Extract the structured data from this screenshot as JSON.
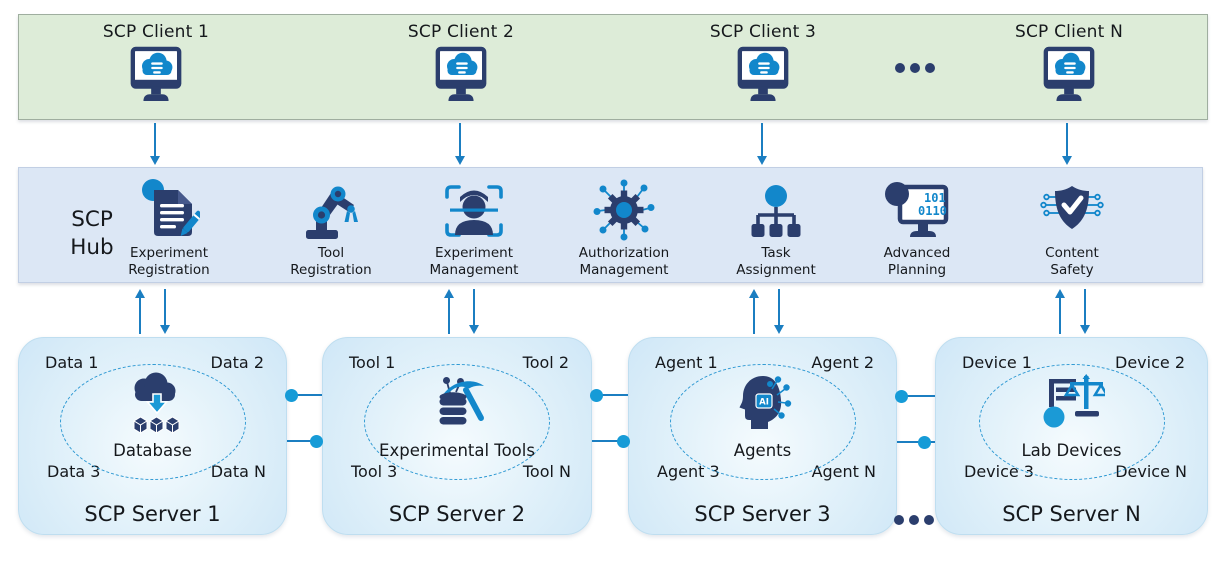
{
  "diagram": {
    "type": "architecture-diagram",
    "colors": {
      "icon_navy": "#2b3e6d",
      "icon_bright_blue": "#1287cb",
      "arrow_blue": "#1b7ec1",
      "connector_dot_blue": "#169bd7",
      "clients_band_bg": "#ddecd8",
      "hub_band_bg": "#dce7f5",
      "server_box_bg": "#d9ecf9",
      "dashed_ellipse": "#2f99d3"
    }
  },
  "clients": {
    "ellipsis_icon": "horizontal-ellipsis",
    "items": [
      {
        "label": "SCP Client 1",
        "icon": "monitor-cloud-icon"
      },
      {
        "label": "SCP Client 2",
        "icon": "monitor-cloud-icon"
      },
      {
        "label": "SCP Client 3",
        "icon": "monitor-cloud-icon"
      },
      {
        "label": "SCP Client N",
        "icon": "monitor-cloud-icon"
      }
    ]
  },
  "hub": {
    "title_lines": [
      "SCP",
      "Hub"
    ],
    "items": [
      {
        "lines": [
          "Experiment",
          "Registration"
        ],
        "icon": "document-pencil-icon"
      },
      {
        "lines": [
          "Tool",
          "Registration"
        ],
        "icon": "robot-arm-icon"
      },
      {
        "lines": [
          "Experiment",
          "Management"
        ],
        "icon": "face-scan-icon"
      },
      {
        "lines": [
          "Authorization",
          "Management"
        ],
        "icon": "gear-network-icon"
      },
      {
        "lines": [
          "Task",
          "Assignment"
        ],
        "icon": "org-hierarchy-icon"
      },
      {
        "lines": [
          "Advanced",
          "Planning"
        ],
        "icon": "monitor-binary-icon"
      },
      {
        "lines": [
          "Content",
          "Safety"
        ],
        "icon": "shield-check-icon"
      }
    ]
  },
  "servers": {
    "ellipsis_icon": "horizontal-ellipsis",
    "items": [
      {
        "title": "SCP Server 1",
        "center_label": "Database",
        "icon": "cloud-database-icon",
        "corners": [
          "Data 1",
          "Data 2",
          "Data 3",
          "Data N"
        ]
      },
      {
        "title": "SCP Server 2",
        "center_label": "Experimental Tools",
        "icon": "pickaxe-tools-icon",
        "corners": [
          "Tool 1",
          "Tool 2",
          "Tool 3",
          "Tool N"
        ]
      },
      {
        "title": "SCP Server 3",
        "center_label": "Agents",
        "icon": "ai-head-icon",
        "corners": [
          "Agent 1",
          "Agent 2",
          "Agent 3",
          "Agent N"
        ]
      },
      {
        "title": "SCP Server N",
        "center_label": "Lab Devices",
        "icon": "lab-scale-icon",
        "corners": [
          "Device 1",
          "Device 2",
          "Device 3",
          "Device N"
        ]
      }
    ]
  }
}
